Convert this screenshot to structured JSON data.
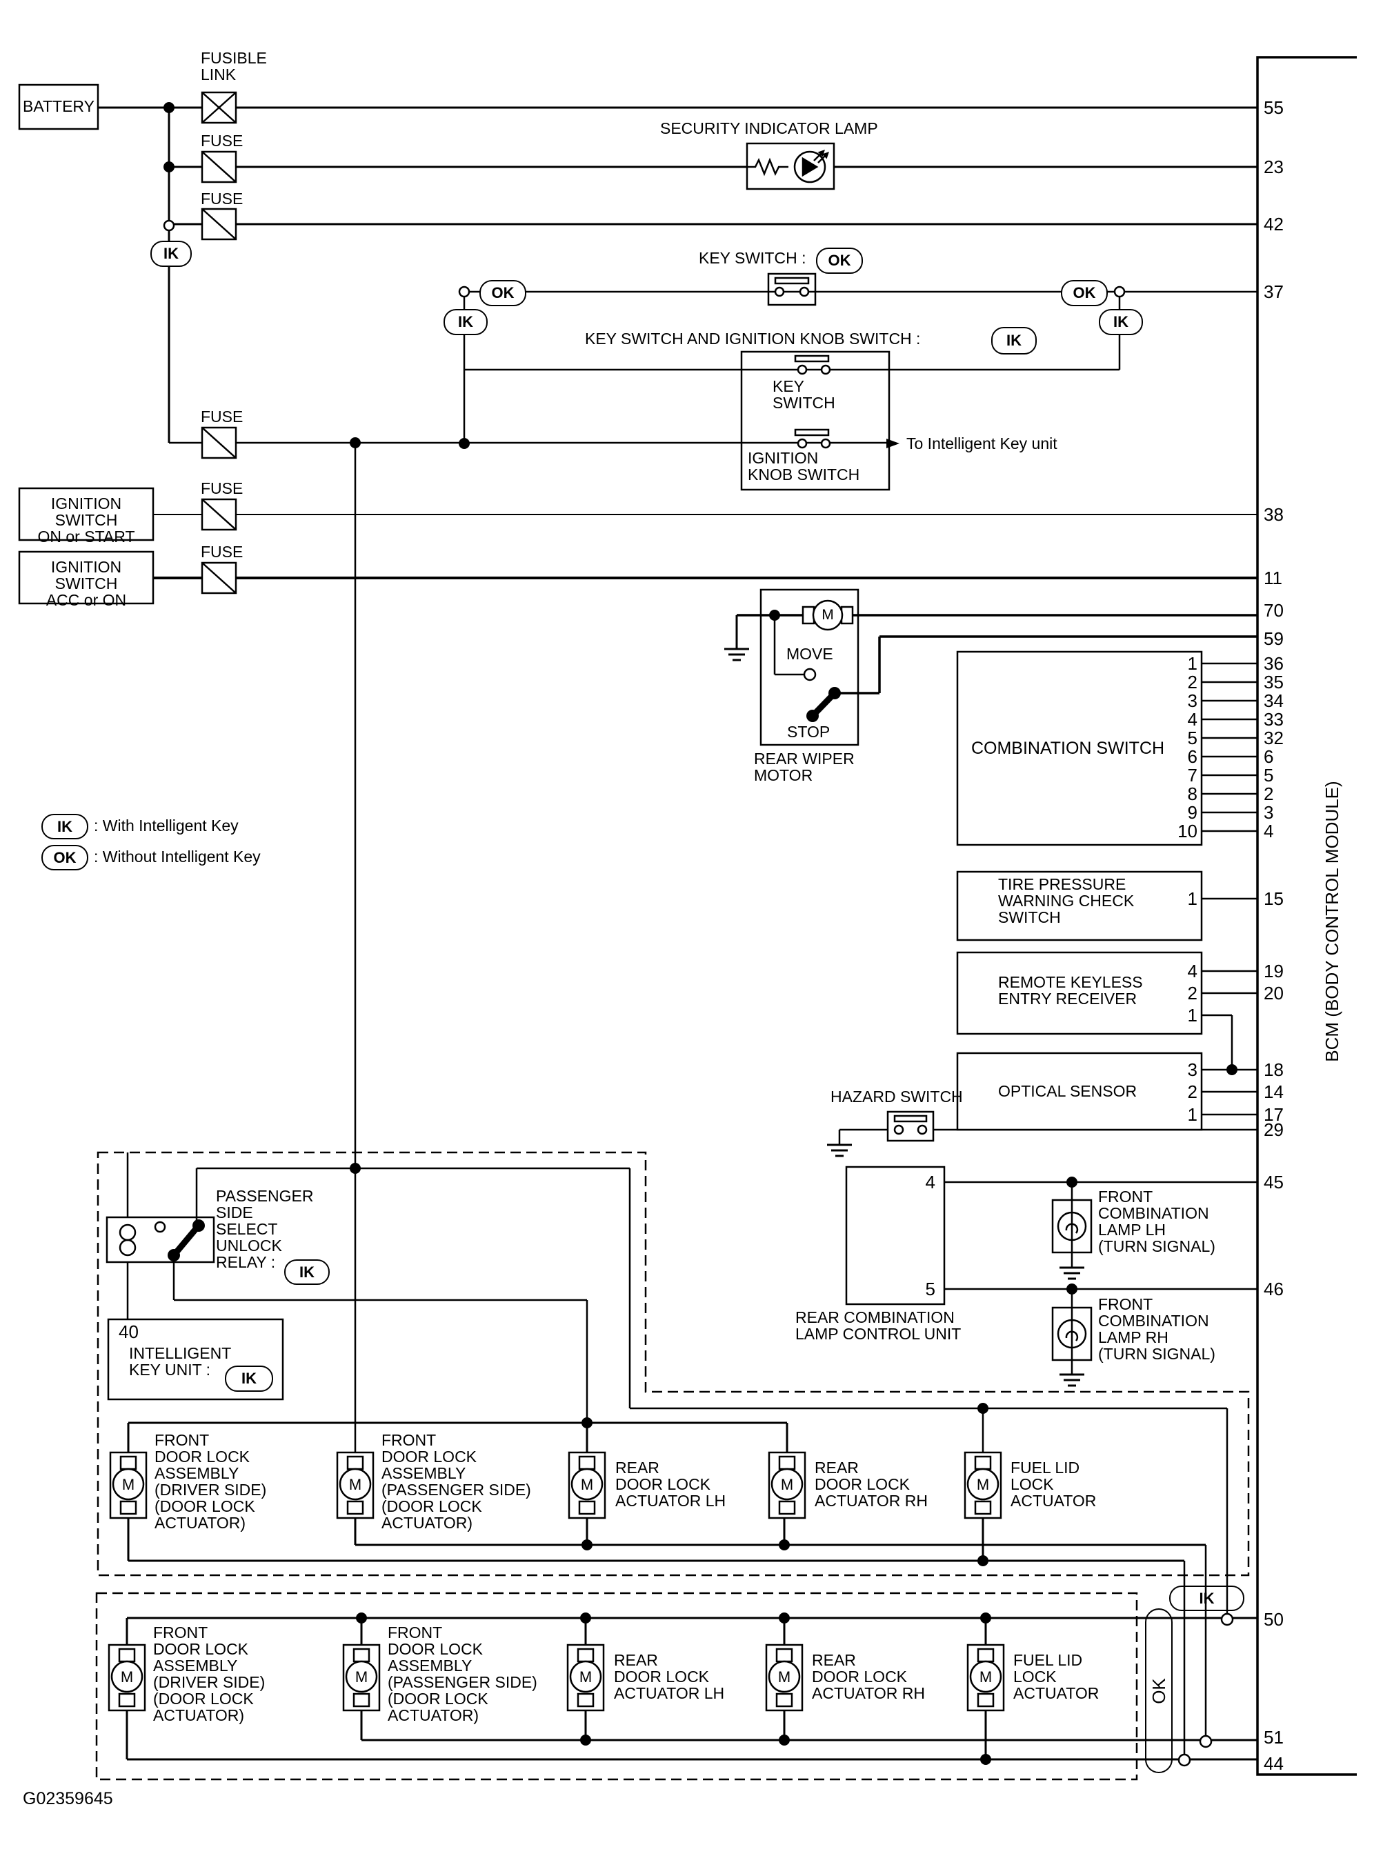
{
  "colors": {
    "line": "#000000",
    "background": "#ffffff"
  },
  "footer": {
    "code": "G02359645"
  },
  "bcm": {
    "label": "BCM (BODY CONTROL MODULE)"
  },
  "pins": {
    "55": "55",
    "23": "23",
    "42": "42",
    "37": "37",
    "38": "38",
    "11": "11",
    "70": "70",
    "59": "59",
    "36": "36",
    "35": "35",
    "34": "34",
    "33": "33",
    "32": "32",
    "p6": "6",
    "p5": "5",
    "p2": "2",
    "p3": "3",
    "p4": "4",
    "15": "15",
    "19": "19",
    "20": "20",
    "18": "18",
    "14": "14",
    "17": "17",
    "29": "29",
    "45": "45",
    "46": "46",
    "50": "50",
    "51": "51",
    "44": "44"
  },
  "power": {
    "battery": "BATTERY",
    "fusible_link": "FUSIBLE\nLINK",
    "fuse": "FUSE",
    "ignition_on": "IGNITION SWITCH\nON or START",
    "ignition_acc": "IGNITION SWITCH\nACC or ON"
  },
  "security_lamp": {
    "label": "SECURITY INDICATOR LAMP"
  },
  "key_circuit": {
    "key_switch_title": "KEY SWITCH :",
    "ksiks_title": "KEY SWITCH AND IGNITION KNOB SWITCH :",
    "key_switch": "KEY\nSWITCH",
    "ignition_knob": "IGNITION\nKNOB SWITCH",
    "to_ik_unit": "To Intelligent Key unit",
    "ok": "OK",
    "ik": "IK"
  },
  "legend": {
    "ik": "IK",
    "ik_text": ": With Intelligent Key",
    "ok": "OK",
    "ok_text": ": Without Intelligent Key"
  },
  "wiper": {
    "label": "REAR WIPER\nMOTOR",
    "move": "MOVE",
    "stop": "STOP",
    "motor": "M"
  },
  "combination": {
    "label": "COMBINATION SWITCH",
    "pins_internal": [
      "1",
      "2",
      "3",
      "4",
      "5",
      "6",
      "7",
      "8",
      "9",
      "10"
    ]
  },
  "tire": {
    "label": "TIRE PRESSURE\nWARNING CHECK\nSWITCH",
    "pin": "1"
  },
  "keyless": {
    "label": "REMOTE KEYLESS\nENTRY RECEIVER",
    "pins": [
      "4",
      "2",
      "1"
    ]
  },
  "optical": {
    "label": "OPTICAL SENSOR",
    "pins": [
      "3",
      "2",
      "1"
    ]
  },
  "hazard": {
    "label": "HAZARD SWITCH"
  },
  "rear_comb": {
    "label": "REAR COMBINATION\nLAMP CONTROL UNIT",
    "pins": [
      "4",
      "5"
    ]
  },
  "front_lamp_lh": {
    "label": "FRONT\nCOMBINATION\nLAMP LH\n(TURN SIGNAL)"
  },
  "front_lamp_rh": {
    "label": "FRONT\nCOMBINATION\nLAMP RH\n(TURN SIGNAL)"
  },
  "relay": {
    "label": "PASSENGER\nSIDE\nSELECT\nUNLOCK\nRELAY :",
    "ik": "IK"
  },
  "ik_unit": {
    "pin": "40",
    "label": "INTELLIGENT\nKEY UNIT :",
    "ik": "IK"
  },
  "locks": {
    "motor": "M",
    "front_driver": "FRONT\nDOOR LOCK\nASSEMBLY\n(DRIVER SIDE)\n(DOOR LOCK\n ACTUATOR)",
    "front_passenger": "FRONT\nDOOR LOCK\nASSEMBLY\n(PASSENGER SIDE)\n(DOOR LOCK\n ACTUATOR)",
    "rear_lh": "REAR\nDOOR LOCK\nACTUATOR LH",
    "rear_rh": "REAR\nDOOR LOCK\nACTUATOR RH",
    "fuel": "FUEL LID\nLOCK\nACTUATOR",
    "ok": "OK",
    "ik": "IK"
  }
}
